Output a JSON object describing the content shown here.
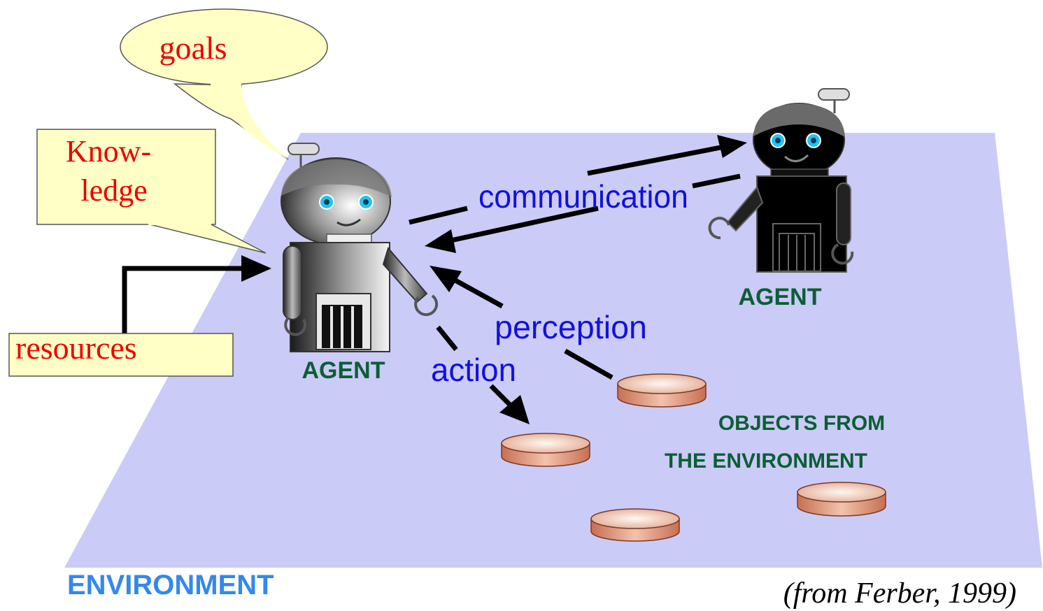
{
  "labels": {
    "goals": "goals",
    "knowledge_line1": "Know-",
    "knowledge_line2": "ledge",
    "resources": "resources",
    "agent_left": "AGENT",
    "agent_right": "AGENT",
    "communication": "communication",
    "perception": "perception",
    "action": "action",
    "objects_line1": "OBJECTS FROM",
    "objects_line2": "THE ENVIRONMENT",
    "environment": "ENVIRONMENT",
    "citation": "(from Ferber, 1999)"
  },
  "colors": {
    "environment_plane": "#cbcbf7",
    "callout_fill": "#ffffc6",
    "callout_text": "#ee0000",
    "arrow_label_text": "#1111dd",
    "agent_label_text": "#0b5e35",
    "environment_label_text": "#3388ee",
    "object_fill": "#d98a70",
    "eye": "#22c4ee"
  }
}
